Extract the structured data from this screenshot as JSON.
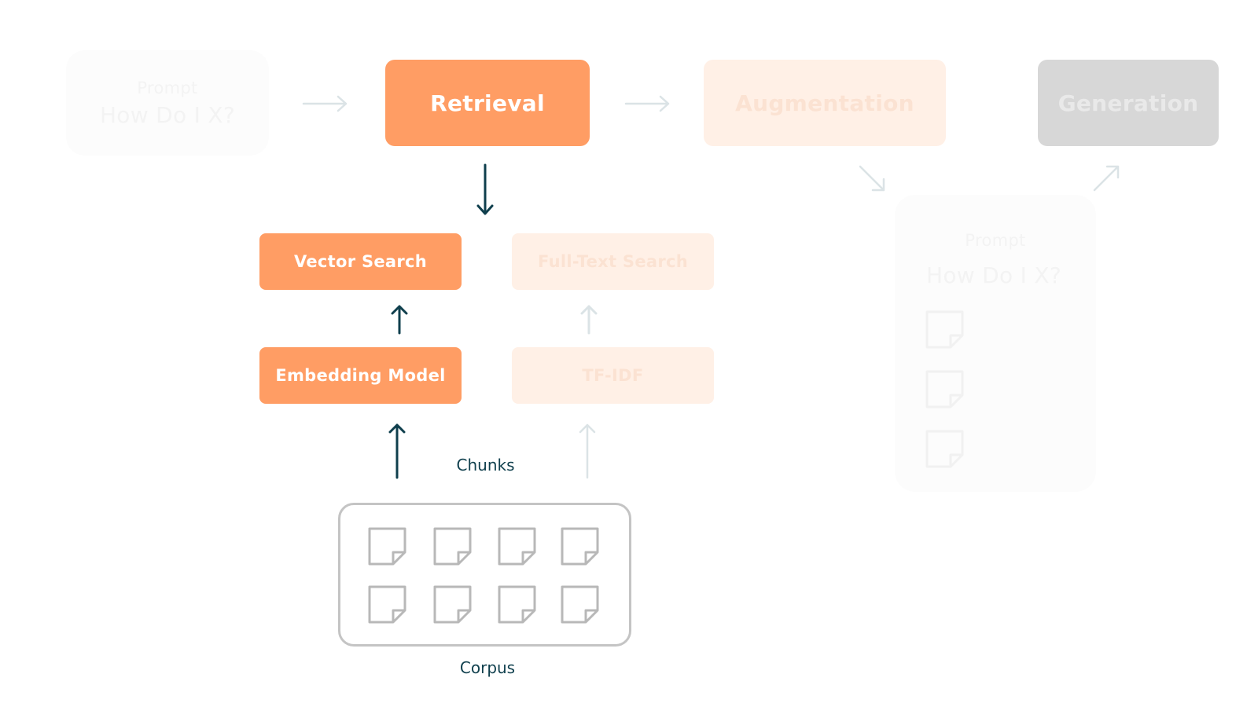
{
  "stages": {
    "retrieval": "Retrieval",
    "augmentation": "Augmentation",
    "generation": "Generation"
  },
  "retrieval_methods": {
    "vector_search": "Vector Search",
    "full_text_search": "Full-Text Search",
    "embedding_model": "Embedding Model",
    "tfidf": "TF-IDF"
  },
  "prompt": {
    "label": "Prompt",
    "question": "How Do I X?"
  },
  "chunks_label": "Chunks",
  "corpus_label": "Corpus",
  "colors": {
    "accent": "#ff9d64",
    "accent_faded": "#fff0e6",
    "generation_gray": "#d7d7d7",
    "arrow_dark": "#0f3f4d",
    "arrow_faded": "#dbe3e6",
    "doc_outline": "#b8b8b8"
  },
  "icons": {
    "document": "document-icon",
    "arrow": "arrow-icon"
  }
}
